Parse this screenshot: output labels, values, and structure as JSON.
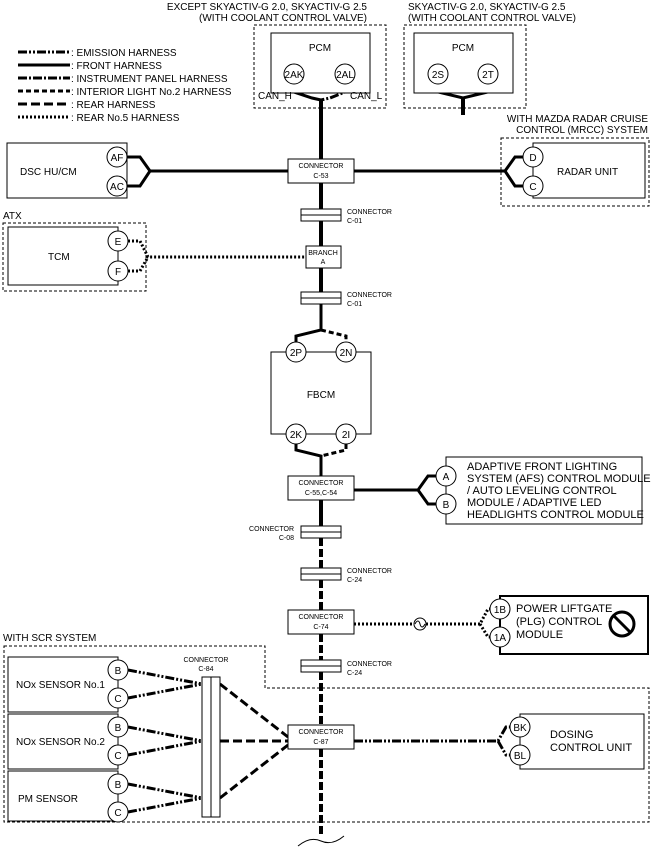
{
  "headers": {
    "left_line1": "EXCEPT SKYACTIV-G 2.0, SKYACTIV-G 2.5",
    "left_line2": "(WITH COOLANT CONTROL VALVE)",
    "right_line1": "SKYACTIV-G 2.0, SKYACTIV-G 2.5",
    "right_line2": "(WITH COOLANT CONTROL VALVE)",
    "mrcc_line1": "WITH MAZDA RADAR CRUISE",
    "mrcc_line2": "CONTROL (MRCC) SYSTEM",
    "atx": "ATX",
    "scr": "WITH SCR SYSTEM"
  },
  "legend": [
    {
      "style": "emission",
      "label": ": EMISSION HARNESS"
    },
    {
      "style": "front",
      "label": ": FRONT HARNESS"
    },
    {
      "style": "instrument",
      "label": ": INSTRUMENT PANEL HARNESS"
    },
    {
      "style": "interior",
      "label": ": INTERIOR LIGHT No.2 HARNESS"
    },
    {
      "style": "rear",
      "label": ": REAR HARNESS"
    },
    {
      "style": "rear5",
      "label": ": REAR No.5 HARNESS"
    }
  ],
  "pcm_left": {
    "name": "PCM",
    "pin1": "2AK",
    "pin2": "2AL",
    "can_h": "CAN_H",
    "can_l": "CAN_L"
  },
  "pcm_right": {
    "name": "PCM",
    "pin1": "2S",
    "pin2": "2T"
  },
  "dsc": {
    "name": "DSC HU/CM",
    "pin1": "AF",
    "pin2": "AC"
  },
  "radar": {
    "name": "RADAR UNIT",
    "pin1": "D",
    "pin2": "C"
  },
  "tcm": {
    "name": "TCM",
    "pin1": "E",
    "pin2": "F"
  },
  "fbcm": {
    "name": "FBCM",
    "pin_tl": "2P",
    "pin_tr": "2N",
    "pin_bl": "2K",
    "pin_br": "2I"
  },
  "afs": {
    "pin1": "A",
    "pin2": "B",
    "line1": "ADAPTIVE FRONT LIGHTING",
    "line2": "SYSTEM (AFS) CONTROL MODULE",
    "line3": "/ AUTO LEVELING CONTROL",
    "line4": "MODULE / ADAPTIVE LED",
    "line5": "HEADLIGHTS CONTROL MODULE"
  },
  "plg": {
    "pin1": "1B",
    "pin2": "1A",
    "line1": "POWER LIFTGATE",
    "line2": "(PLG) CONTROL",
    "line3": "MODULE"
  },
  "nox1": {
    "name": "NOx SENSOR No.1",
    "pin1": "B",
    "pin2": "C"
  },
  "nox2": {
    "name": "NOx SENSOR No.2",
    "pin1": "B",
    "pin2": "C"
  },
  "pm": {
    "name": "PM SENSOR",
    "pin1": "B",
    "pin2": "C"
  },
  "dosing": {
    "line1": "DOSING",
    "line2": "CONTROL UNIT",
    "pin1": "BK",
    "pin2": "BL"
  },
  "connectors": {
    "c53": {
      "line1": "CONNECTOR",
      "line2": "C-53"
    },
    "c01a": {
      "line1": "CONNECTOR",
      "line2": "C-01"
    },
    "branch": {
      "line1": "BRANCH",
      "line2": "A"
    },
    "c01b": {
      "line1": "CONNECTOR",
      "line2": "C-01"
    },
    "c5554": {
      "line1": "CONNECTOR",
      "line2": "C-55,C-54"
    },
    "c08": {
      "line1": "CONNECTOR",
      "line2": "C-08"
    },
    "c24a": {
      "line1": "CONNECTOR",
      "line2": "C-24"
    },
    "c74": {
      "line1": "CONNECTOR",
      "line2": "C-74"
    },
    "c24b": {
      "line1": "CONNECTOR",
      "line2": "C-24"
    },
    "c84": {
      "line1": "CONNECTOR",
      "line2": "C-84"
    },
    "c87": {
      "line1": "CONNECTOR",
      "line2": "C-87"
    }
  }
}
